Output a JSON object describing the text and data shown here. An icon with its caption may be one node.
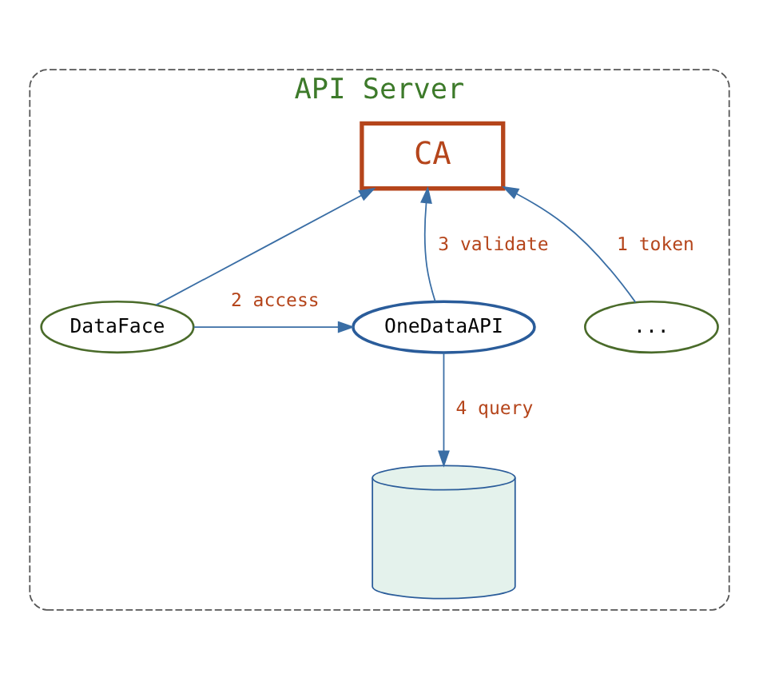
{
  "diagram": {
    "nodes": [
      {
        "text": [
          "API Server"
        ]
      },
      {
        "text": [
          "CA"
        ],
        "in": 0
      },
      {
        "text": [
          "OneDataAPI"
        ],
        "in": 0
      },
      {
        "text": [
          "DataFace"
        ],
        "in": 0
      },
      {
        "text": [
          "..."
        ],
        "in": 0
      },
      {
        "text": [],
        "shape": "cylinder",
        "in": 0
      }
    ],
    "edges": [
      {
        "from": 2,
        "to": 1,
        "arrow": "to",
        "label": "3 validate"
      },
      {
        "from": 3,
        "to": 1,
        "arrow": "to"
      },
      {
        "from": 4,
        "to": 1,
        "arrow": "to",
        "label": "1 token"
      },
      {
        "from": 3,
        "to": 2,
        "arrow": "to",
        "label": "2 access"
      },
      {
        "from": 2,
        "to": 5,
        "arrow": "to",
        "label": "4 query"
      }
    ]
  }
}
